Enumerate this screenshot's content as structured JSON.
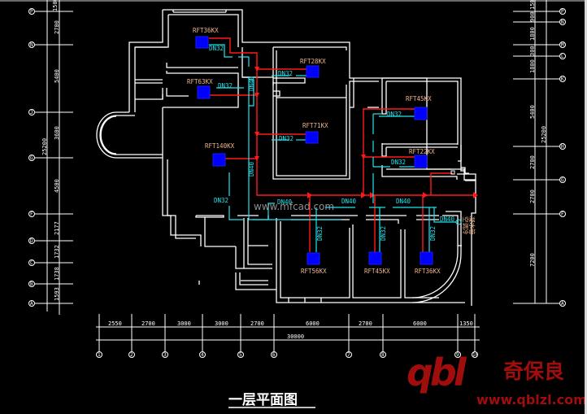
{
  "drawing": {
    "title": "一层平面图",
    "watermark": "www.mfcad.com",
    "colors": {
      "background": "#000000",
      "walls": "#ffffff",
      "refrigerant_pipe": "#ff1a1a",
      "drain_pipe": "#1ee6f0",
      "indoor_unit": "#0000ff",
      "unit_label": "#f0b48c"
    }
  },
  "units": [
    {
      "label": "RFT36KX"
    },
    {
      "label": "RFT28KX"
    },
    {
      "label": "RFT63KX"
    },
    {
      "label": "RFT71KX"
    },
    {
      "label": "RFT45KX"
    },
    {
      "label": "RFT140KX"
    },
    {
      "label": "RFT22KX"
    },
    {
      "label": "RFT56KX"
    },
    {
      "label": "RFT45KX"
    },
    {
      "label": "RFT36KX"
    }
  ],
  "pipe_labels": [
    {
      "text": "DN32"
    },
    {
      "text": "DN32"
    },
    {
      "text": "DN40"
    },
    {
      "text": "DN32"
    },
    {
      "text": "DN32"
    },
    {
      "text": "DN32"
    },
    {
      "text": "DN40"
    },
    {
      "text": "DN32"
    },
    {
      "text": "DN32"
    },
    {
      "text": "DN40"
    },
    {
      "text": "DN40"
    },
    {
      "text": "DN40"
    },
    {
      "text": "DN32"
    },
    {
      "text": "DN32"
    },
    {
      "text": "DN32"
    },
    {
      "text": "DN40"
    }
  ],
  "drain_note": {
    "line1": "空调冷",
    "line2": "凝水管"
  },
  "dimensions": {
    "bottom": [
      "2550",
      "2700",
      "3000",
      "3000",
      "2700",
      "6000",
      "2700",
      "6000",
      "1350"
    ],
    "bottom_total": "30000",
    "left": [
      "1500",
      "2700",
      "5400",
      "3600",
      "4500",
      "2177",
      "1732",
      "1738",
      "1593"
    ],
    "left_total": "25200",
    "right": [
      "1500",
      "900",
      "1800",
      "300",
      "1800",
      "5400",
      "2700",
      "2700",
      "7200"
    ],
    "right_total": "25200"
  },
  "axes": {
    "bottom": [
      "1",
      "2",
      "3",
      "4",
      "5",
      "6",
      "7",
      "8",
      "9",
      "10"
    ],
    "left": [
      "P",
      "N",
      "J",
      "G",
      "F",
      "D",
      "C",
      "B",
      "A"
    ],
    "right": [
      "P",
      "N",
      "M",
      "L",
      "K",
      "H",
      "G",
      "F",
      "A"
    ]
  },
  "logo": {
    "mark": "qbl",
    "name": "奇保良",
    "url": "www.qblzl.com"
  }
}
